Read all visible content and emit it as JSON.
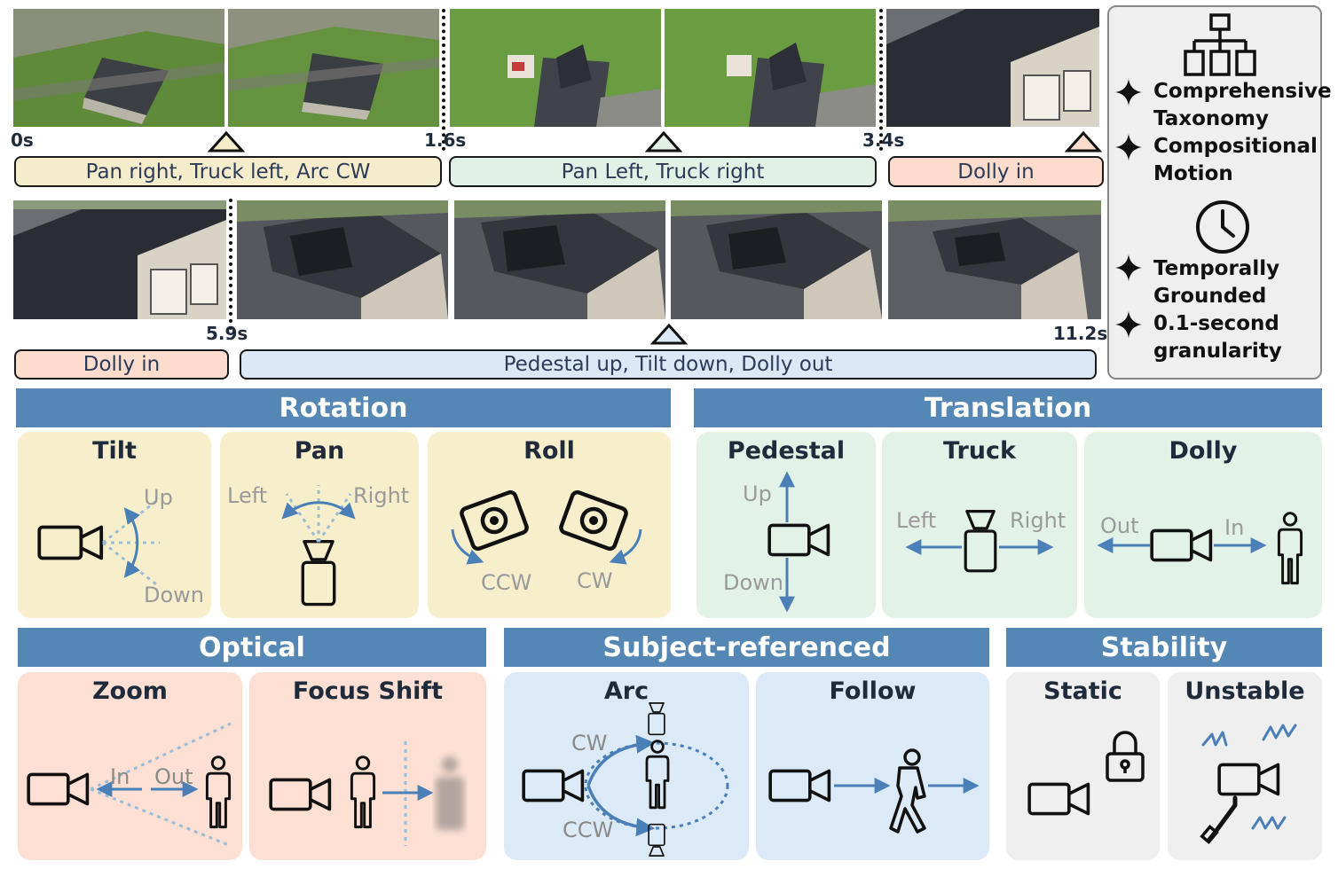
{
  "timeline": {
    "row1_times": [
      "0s",
      "1.6s",
      "3.4s"
    ],
    "row2_times": [
      "5.9s",
      "11.2s"
    ],
    "row1_segments": [
      "Pan right, Truck left, Arc CW",
      "Pan Left, Truck right",
      "Dolly in"
    ],
    "row2_segments": [
      "Dolly in",
      "Pedestal up, Tilt down, Dolly out"
    ]
  },
  "sidebar": {
    "item1": "Comprehensive Taxonomy",
    "item2": "Compositional Motion",
    "item3": "Temporally Grounded",
    "item4": "0.1-second granularity",
    "icons": [
      "hierarchy-icon",
      "clock-icon",
      "star-icon"
    ]
  },
  "rotation": {
    "header": "Rotation",
    "tilt": {
      "title": "Tilt",
      "up": "Up",
      "down": "Down"
    },
    "pan": {
      "title": "Pan",
      "left": "Left",
      "right": "Right"
    },
    "roll": {
      "title": "Roll",
      "ccw": "CCW",
      "cw": "CW"
    }
  },
  "translation": {
    "header": "Translation",
    "pedestal": {
      "title": "Pedestal",
      "up": "Up",
      "down": "Down"
    },
    "truck": {
      "title": "Truck",
      "left": "Left",
      "right": "Right"
    },
    "dolly": {
      "title": "Dolly",
      "out": "Out",
      "in": "In"
    }
  },
  "optical": {
    "header": "Optical",
    "zoom": {
      "title": "Zoom",
      "in": "In",
      "out": "Out"
    },
    "focus": {
      "title": "Focus Shift"
    }
  },
  "subject": {
    "header": "Subject-referenced",
    "arc": {
      "title": "Arc",
      "cw": "CW",
      "ccw": "CCW"
    },
    "follow": {
      "title": "Follow"
    }
  },
  "stability": {
    "header": "Stability",
    "static": {
      "title": "Static"
    },
    "unstable": {
      "title": "Unstable"
    }
  },
  "colors": {
    "accent": "#5587b4",
    "rotation": "#f7efcc",
    "translation": "#e3f2e7",
    "optical": "#fde0d3",
    "subject": "#dce9f6",
    "stability": "#efefef"
  }
}
